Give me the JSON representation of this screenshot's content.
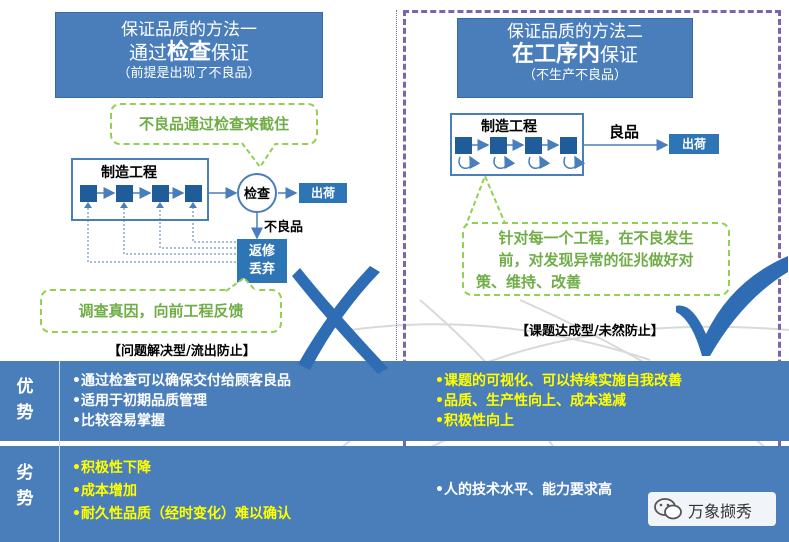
{
  "left": {
    "title_line1": "保证品质的方法一",
    "title_line2_prefix": "通过",
    "title_line2_bold": "检查",
    "title_line2_suffix": "保证",
    "title_line3": "（前提是出现了不良品）",
    "bubble_top": "不良品通过检查来截住",
    "process_title": "制造工程",
    "inspect_label": "检查",
    "ship_label": "出荷",
    "defect_label": "不良品",
    "rework_label_1": "返修",
    "rework_label_2": "丢弃",
    "bubble_bottom": "调查真因，向前工程反馈",
    "type_tag": "【问题解决型/流出防止】"
  },
  "right": {
    "title_line1": "保证品质的方法二",
    "title_line2_bold": "在工序内",
    "title_line2_suffix": "保证",
    "title_line3": "（不生产不良品）",
    "process_title": "制造工程",
    "good_label": "良品",
    "ship_label": "出荷",
    "bubble": [
      "针对每一个工程，在不良发生",
      "前，对发现异常的征兆做好对",
      "策、维持、改善"
    ],
    "type_tag": "【课题达成型/未然防止】"
  },
  "table": {
    "advantage_label": [
      "优",
      "势"
    ],
    "disadvantage_label": [
      "劣",
      "势"
    ],
    "left_advantages": [
      "•通过检查可以确保交付给顾客良品",
      "•适用于初期品质管理",
      "•比较容易掌握"
    ],
    "left_disadvantages": [
      "•积极性下降",
      "•成本增加",
      "•耐久性品质（经时变化）难以确认"
    ],
    "right_advantages": [
      "•课题的可视化、可以持续实施自我改善",
      "•品质、生产性向上、成本递减",
      "•积极性向上"
    ],
    "right_disadvantages": [
      "•人的技术水平、能力要求高"
    ]
  },
  "watermark": "万象撷秀",
  "colors": {
    "blue": "#4a7ebb",
    "dark_blue": "#1f5c99",
    "green": "#92d050",
    "purple": "#7f63a8",
    "cross_tick": "#2e6db4",
    "yellow": "#ffff00"
  }
}
